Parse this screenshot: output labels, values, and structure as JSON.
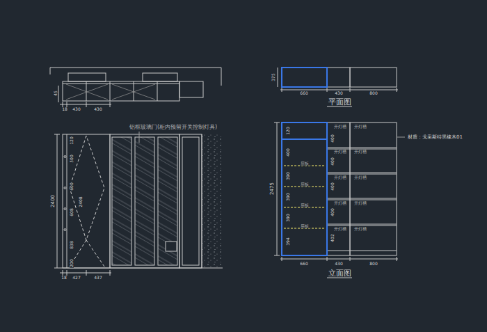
{
  "diagram": {
    "labels": [
      "铝框玻璃门(柜内预留开关控制灯具)",
      "45",
      "18",
      "430",
      "430",
      "2400",
      "120",
      "500",
      "600",
      "608",
      "838",
      "200",
      "2408",
      "18",
      "427",
      "437",
      "375",
      "660",
      "430",
      "800",
      "平面图",
      "2475",
      "120",
      "400",
      "390",
      "390",
      "390",
      "394",
      "400",
      "400",
      "400",
      "400",
      "402",
      "开灯槽",
      "开灯槽",
      "开灯槽",
      "开灯槽",
      "开灯槽",
      "开灯槽",
      "开灯槽",
      "开灯槽",
      "开灯槽",
      "开灯槽",
      "层板",
      "层板",
      "层板",
      "层板",
      "材质：戈采斯特黑橡木01",
      "660",
      "430",
      "800",
      "立面图"
    ]
  }
}
